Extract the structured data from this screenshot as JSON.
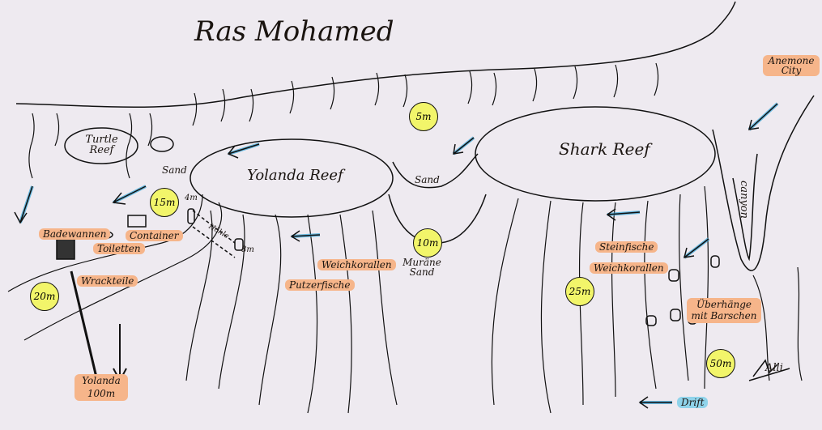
{
  "title": "Ras Mohamed",
  "reefs": {
    "turtle_reef": "Turtle Reef",
    "yolanda_reef": "Yolanda Reef",
    "shark_reef": "Shark Reef",
    "anemone_city": "Anemone City",
    "canyon": "canyon"
  },
  "sand_labels": [
    "Sand",
    "Sand"
  ],
  "depths": [
    "5m",
    "15m",
    "10m",
    "20m",
    "25m",
    "50m"
  ],
  "small_depths": {
    "cave_top": "4m",
    "cave_bottom": "8m"
  },
  "features": {
    "badewannen": "Badewannen",
    "container": "Container",
    "toiletten": "Toiletten",
    "wrackteile": "Wrackteile",
    "hoehle": "Höhle",
    "weichkorallen_left": "Weichkorallen",
    "putzerfische": "Putzerfische",
    "muraene_sand": "Muräne Sand",
    "steinfische": "Steinfische",
    "weichkorallen_right": "Weichkorallen",
    "ueberhaenge": "Überhänge mit Barschen",
    "yolanda_wreck": "Yolanda 100m",
    "drift": "Drift"
  },
  "signature": "Alli",
  "colors": {
    "highlight_orange": "#f6b58a",
    "highlight_blue": "#8fd3ea",
    "depth_yellow": "#f2f56a"
  }
}
